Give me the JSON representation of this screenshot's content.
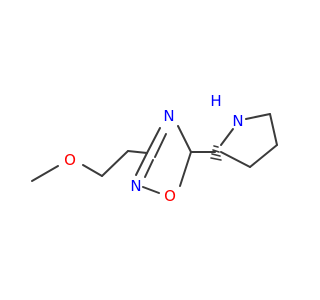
{
  "colors": {
    "background": "#ffffff",
    "bond": "#3b3b3b",
    "oxygen": "#ff0000",
    "nitrogen": "#0000ff",
    "nitrogen_hydrogen": "#0000ff"
  },
  "atoms": {
    "methoxy_oxygen": "O",
    "ring_oxygen": "O",
    "ring_n4": "N",
    "ring_n2": "N",
    "pyrrolidine_nh": "H",
    "pyrrolidine_n": "N"
  },
  "stereo": {
    "c2": "hashed-wedge"
  }
}
